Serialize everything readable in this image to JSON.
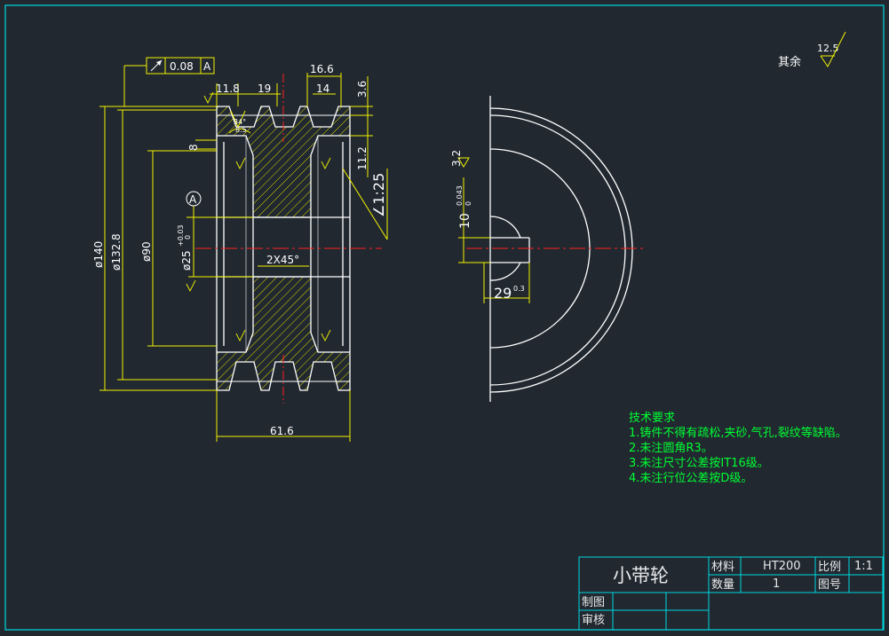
{
  "colors": {
    "background": "#212830",
    "frame": "#00d8e0",
    "yellow": "#f2f200",
    "white": "#ffffff",
    "green": "#00ff33",
    "red": "#ff2020",
    "hatch": "#d8d800"
  },
  "icons": [
    "datum-a-marker",
    "roughness-symbol",
    "runout-tolerance-arrow"
  ],
  "roughness_note": {
    "label": "其余",
    "value": "12.5"
  },
  "geometric_tolerance": {
    "value": "0.08",
    "datum": "A"
  },
  "datum_label": "A",
  "dimensions": {
    "top_11_8": "11.8",
    "top_19": "19",
    "top_16_6": "16.6",
    "top_14": "14",
    "right_3_6": "3.6",
    "right_11_2": "11.2",
    "taper": "∠1:25",
    "angle_34": "34°",
    "dim_8_5": "8.5",
    "dim_8": "8",
    "dia_140": "ø140",
    "dia_132_8": "ø132.8",
    "dia_90": "ø90",
    "dia_25": "ø25",
    "dia_25_tol_upper": "+0.03",
    "dia_25_tol_lower": "0",
    "chamfer": "2X45°",
    "width_61_6": "61.6",
    "side_3_2": "3.2",
    "key_width": "10",
    "key_width_tol": "0.043",
    "key_width_tol_lower": "0",
    "key_depth": "29",
    "key_depth_tol": "0.3"
  },
  "technical_requirements": {
    "title": "技术要求",
    "items": [
      "1.铸件不得有疏松,夹砂,气孔,裂纹等缺陷。",
      "2.未注圆角R3。",
      "3.未注尺寸公差按IT16级。",
      "4.未注行位公差按D级。"
    ]
  },
  "title_block": {
    "part_name": "小带轮",
    "material_label": "材料",
    "material_value": "HT200",
    "scale_label": "比例",
    "scale_value": "1:1",
    "quantity_label": "数量",
    "quantity_value": "1",
    "drawing_no_label": "图号",
    "drawn_label": "制图",
    "checked_label": "审核"
  }
}
